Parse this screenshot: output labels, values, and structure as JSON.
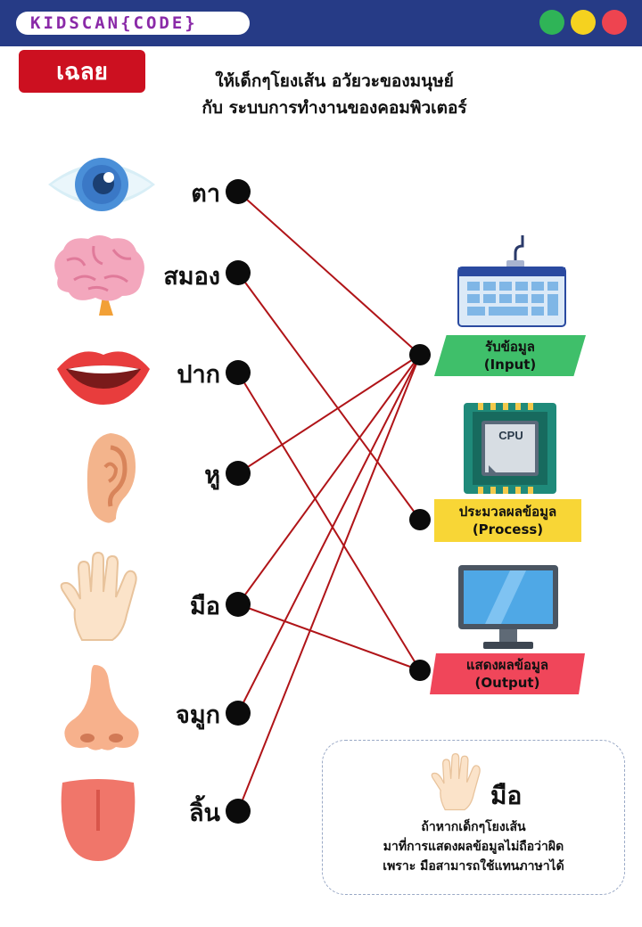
{
  "header": {
    "logo": "KIDSCAN{CODE}",
    "window_dots": [
      {
        "color": "#2fb457"
      },
      {
        "color": "#f5d21f"
      },
      {
        "color": "#ee4450"
      }
    ]
  },
  "badge": "เฉลย",
  "instruction": {
    "line1": "ให้เด็กๆโยงเส้น อวัยวะของมนุษย์",
    "line2": "กับ ระบบการทำงานของคอมพิวเตอร์"
  },
  "organs": [
    {
      "label": "ตา",
      "icon": "eye-icon"
    },
    {
      "label": "สมอง",
      "icon": "brain-icon"
    },
    {
      "label": "ปาก",
      "icon": "mouth-icon"
    },
    {
      "label": "หู",
      "icon": "ear-icon"
    },
    {
      "label": "มือ",
      "icon": "hand-icon"
    },
    {
      "label": "จมูก",
      "icon": "nose-icon"
    },
    {
      "label": "ลิ้น",
      "icon": "tongue-icon"
    }
  ],
  "targets": [
    {
      "th": "รับข้อมูล",
      "en": "(Input)",
      "color": "#3fbf6a",
      "icon": "keyboard-icon"
    },
    {
      "th": "ประมวลผลข้อมูล",
      "en": "(Process)",
      "color": "#f8d636",
      "icon": "cpu-icon"
    },
    {
      "th": "แสดงผลข้อมูล",
      "en": "(Output)",
      "color": "#f0465a",
      "icon": "monitor-icon"
    }
  ],
  "cpu_chip_text": "CPU",
  "connections": [
    [
      0,
      0
    ],
    [
      1,
      1
    ],
    [
      2,
      2
    ],
    [
      3,
      0
    ],
    [
      4,
      0
    ],
    [
      4,
      2
    ],
    [
      5,
      0
    ],
    [
      6,
      0
    ]
  ],
  "line_color": "#b01418",
  "note": {
    "title": "มือ",
    "line1": "ถ้าหากเด็กๆโยงเส้น",
    "line2": "มาที่การแสดงผลข้อมูลไม่ถือว่าผิด",
    "line3": "เพราะ มือสามารถใช้แทนภาษาได้"
  }
}
